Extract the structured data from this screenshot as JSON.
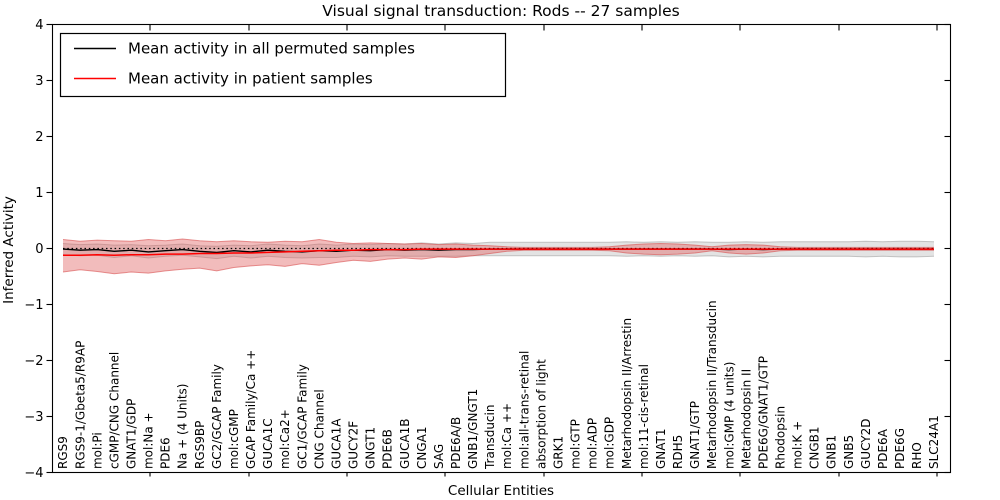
{
  "chart_data": {
    "type": "line",
    "title": "Visual signal transduction: Rods -- 27 samples",
    "xlabel": "Cellular Entities",
    "ylabel": "Inferred Activity",
    "ylim": [
      -4,
      4
    ],
    "yticks": [
      4,
      3,
      2,
      1,
      0,
      -1,
      -2,
      -3,
      -4
    ],
    "ytick_labels": [
      "4",
      "3",
      "2",
      "1",
      "0",
      "−1",
      "−2",
      "−3",
      "−4"
    ],
    "grid": false,
    "legend_position": "upper left",
    "categories": [
      "RGS9",
      "RGS9-1/Gbeta5/R9AP",
      "mol:Pi",
      "cGMP/CNG Channel",
      "GNAT1/GDP",
      "mol:Na +",
      "PDE6",
      "Na + (4 Units)",
      "RGS9BP",
      "GC2/GCAP Family",
      "mol:cGMP",
      "GCAP Family/Ca ++",
      "GUCA1C",
      "mol:Ca2+",
      "GC1/GCAP Family",
      "CNG Channel",
      "GUCA1A",
      "GUCY2F",
      "GNGT1",
      "PDE6B",
      "GUCA1B",
      "CNGA1",
      "SAG",
      "PDE6A/B",
      "GNB1/GNGT1",
      "Transducin",
      "mol:Ca ++",
      "mol:all-trans-retinal",
      "absorption of light",
      "GRK1",
      "mol:GTP",
      "mol:ADP",
      "mol:GDP",
      "Metarhodopsin II/Arrestin",
      "mol:11-cis-retinal",
      "GNAT1",
      "RDH5",
      "GNAT1/GTP",
      "Metarhodopsin II/Transducin",
      "mol:GMP (4 units)",
      "Metarhodopsin II",
      "PDE6G/GNAT1/GTP",
      "Rhodopsin",
      "mol:K +",
      "CNGB1",
      "GNB1",
      "GNB5",
      "GUCY2D",
      "PDE6A",
      "PDE6G",
      "RHO",
      "SLC24A1"
    ],
    "series": [
      {
        "name": "Mean activity in all permuted samples",
        "color": "#000000",
        "style": "solid",
        "values": [
          -0.01,
          -0.03,
          -0.02,
          -0.05,
          -0.03,
          -0.06,
          -0.04,
          -0.02,
          -0.05,
          -0.07,
          -0.04,
          -0.06,
          -0.03,
          -0.05,
          -0.06,
          -0.04,
          -0.05,
          -0.03,
          -0.04,
          -0.02,
          -0.03,
          -0.02,
          -0.03,
          -0.02,
          -0.02,
          -0.01,
          -0.01,
          -0.01,
          -0.01,
          -0.01,
          -0.01,
          -0.01,
          -0.01,
          -0.01,
          -0.01,
          -0.01,
          -0.01,
          -0.01,
          -0.01,
          -0.02,
          -0.01,
          -0.02,
          -0.01,
          -0.01,
          -0.01,
          -0.01,
          -0.01,
          -0.01,
          -0.01,
          -0.01,
          -0.01,
          -0.01
        ]
      },
      {
        "name": "Mean activity in patient samples",
        "color": "#ff0000",
        "style": "solid",
        "values": [
          -0.12,
          -0.12,
          -0.11,
          -0.12,
          -0.11,
          -0.11,
          -0.1,
          -0.1,
          -0.09,
          -0.09,
          -0.08,
          -0.08,
          -0.07,
          -0.06,
          -0.05,
          -0.04,
          -0.03,
          -0.03,
          -0.02,
          -0.02,
          -0.02,
          -0.01,
          -0.01,
          -0.01,
          -0.01,
          -0.01,
          -0.01,
          -0.01,
          -0.01,
          -0.01,
          -0.01,
          -0.01,
          -0.01,
          -0.01,
          -0.01,
          -0.01,
          -0.01,
          -0.01,
          -0.01,
          -0.01,
          -0.01,
          -0.01,
          -0.01,
          -0.01,
          -0.01,
          -0.01,
          -0.01,
          -0.01,
          -0.01,
          -0.01,
          -0.01,
          -0.01
        ]
      }
    ],
    "reference_line": {
      "value": 0.0,
      "style": "dotted",
      "color": "#000000"
    },
    "bands": [
      {
        "name": "permuted samples range",
        "fill": "#999999",
        "fill_opacity": 0.28,
        "edge": "#888888",
        "edge_opacity": 0.45,
        "upper": [
          0.09,
          0.07,
          0.08,
          0.06,
          0.07,
          0.05,
          0.06,
          0.08,
          0.05,
          0.04,
          0.06,
          0.05,
          0.08,
          0.06,
          0.05,
          0.08,
          0.06,
          0.08,
          0.07,
          0.09,
          0.08,
          0.1,
          0.08,
          0.1,
          0.09,
          0.11,
          0.11,
          0.11,
          0.11,
          0.11,
          0.11,
          0.11,
          0.11,
          0.12,
          0.11,
          0.12,
          0.11,
          0.12,
          0.11,
          0.11,
          0.12,
          0.11,
          0.12,
          0.12,
          0.12,
          0.12,
          0.12,
          0.13,
          0.12,
          0.13,
          0.13,
          0.12
        ],
        "lower": [
          -0.11,
          -0.13,
          -0.12,
          -0.16,
          -0.13,
          -0.17,
          -0.14,
          -0.12,
          -0.15,
          -0.18,
          -0.14,
          -0.17,
          -0.14,
          -0.16,
          -0.17,
          -0.16,
          -0.16,
          -0.14,
          -0.15,
          -0.13,
          -0.14,
          -0.14,
          -0.14,
          -0.14,
          -0.13,
          -0.13,
          -0.13,
          -0.13,
          -0.13,
          -0.13,
          -0.13,
          -0.13,
          -0.13,
          -0.14,
          -0.13,
          -0.14,
          -0.13,
          -0.14,
          -0.13,
          -0.15,
          -0.14,
          -0.15,
          -0.14,
          -0.14,
          -0.14,
          -0.14,
          -0.14,
          -0.15,
          -0.14,
          -0.15,
          -0.15,
          -0.14
        ]
      },
      {
        "name": "patient samples range",
        "fill": "#e06060",
        "fill_opacity": 0.42,
        "edge": "#d94f4f",
        "edge_opacity": 0.6,
        "upper": [
          0.16,
          0.13,
          0.15,
          0.14,
          0.13,
          0.16,
          0.14,
          0.17,
          0.14,
          0.12,
          0.14,
          0.12,
          0.11,
          0.13,
          0.12,
          0.16,
          0.11,
          0.09,
          0.1,
          0.09,
          0.08,
          0.09,
          0.07,
          0.08,
          0.06,
          0.05,
          0.03,
          0.02,
          0.02,
          0.02,
          0.02,
          0.02,
          0.03,
          0.06,
          0.08,
          0.09,
          0.08,
          0.06,
          0.03,
          0.06,
          0.07,
          0.06,
          0.03,
          0.02,
          0.02,
          0.02,
          0.02,
          0.02,
          0.02,
          0.02,
          0.02,
          0.02
        ],
        "lower": [
          -0.42,
          -0.38,
          -0.41,
          -0.45,
          -0.42,
          -0.44,
          -0.4,
          -0.37,
          -0.35,
          -0.4,
          -0.34,
          -0.31,
          -0.29,
          -0.32,
          -0.27,
          -0.3,
          -0.25,
          -0.21,
          -0.23,
          -0.19,
          -0.17,
          -0.19,
          -0.15,
          -0.16,
          -0.13,
          -0.09,
          -0.05,
          -0.03,
          -0.03,
          -0.03,
          -0.03,
          -0.03,
          -0.04,
          -0.08,
          -0.1,
          -0.11,
          -0.1,
          -0.08,
          -0.04,
          -0.08,
          -0.1,
          -0.08,
          -0.04,
          -0.03,
          -0.03,
          -0.03,
          -0.03,
          -0.03,
          -0.03,
          -0.03,
          -0.03,
          -0.03
        ]
      }
    ],
    "legend": [
      {
        "label": "Mean activity in all permuted samples",
        "color": "#000000"
      },
      {
        "label": "Mean activity in patient samples",
        "color": "#ff0000"
      }
    ]
  }
}
